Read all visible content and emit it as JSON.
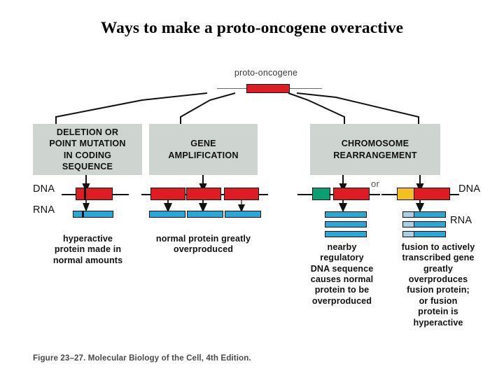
{
  "slide": {
    "title": "Ways to make a proto-oncogene overactive",
    "figure_caption": "Figure 23–27. Molecular Biology of the Cell, 4th Edition."
  },
  "diagram": {
    "source_label": "proto-oncogene",
    "or_label": "or",
    "labels": {
      "dna_left": "DNA",
      "rna_left": "RNA",
      "dna_right": "DNA",
      "rna_right": "RNA"
    },
    "mechanisms": [
      {
        "id": "deletion-point-mutation",
        "box_label": "DELETION OR POINT MUTATION IN CODING SEQUENCE",
        "box_lines": [
          "DELETION OR",
          "POINT MUTATION",
          "IN CODING",
          "SEQUENCE"
        ],
        "outcome": "hyperactive protein made in normal amounts",
        "outcome_lines": [
          "hyperactive",
          "protein made in",
          "normal amounts"
        ]
      },
      {
        "id": "gene-amplification",
        "box_label": "GENE AMPLIFICATION",
        "box_lines": [
          "GENE",
          "AMPLIFICATION"
        ],
        "outcome": "normal protein greatly overproduced",
        "outcome_lines": [
          "normal protein greatly",
          "overproduced"
        ]
      },
      {
        "id": "chromosome-rearrangement",
        "box_label": "CHROMOSOME REARRANGEMENT",
        "box_lines": [
          "CHROMOSOME",
          "REARRANGEMENT"
        ],
        "outcome_left": "nearby regulatory DNA sequence causes normal protein to be overproduced",
        "outcome_left_lines": [
          "nearby",
          "regulatory",
          "DNA sequence",
          "causes normal",
          "protein to be",
          "overproduced"
        ],
        "outcome_right": "fusion to actively transcribed gene greatly overproduces fusion protein; or fusion protein is hyperactive",
        "outcome_right_lines": [
          "fusion to actively",
          "transcribed gene",
          "greatly",
          "overproduces",
          "fusion protein;",
          "or fusion",
          "protein is",
          "hyperactive"
        ]
      }
    ]
  },
  "colors": {
    "oncogene_red": "#dd1c23",
    "regulatory_green": "#0a9e72",
    "fusion_yellow": "#f3c11c",
    "rna_blue": "#2aa7d4",
    "rna_blue_light": "#a9cfe4",
    "box_gray": "#ced5d1",
    "line_black": "#111111",
    "caption_gray": "#4a4a4a"
  }
}
